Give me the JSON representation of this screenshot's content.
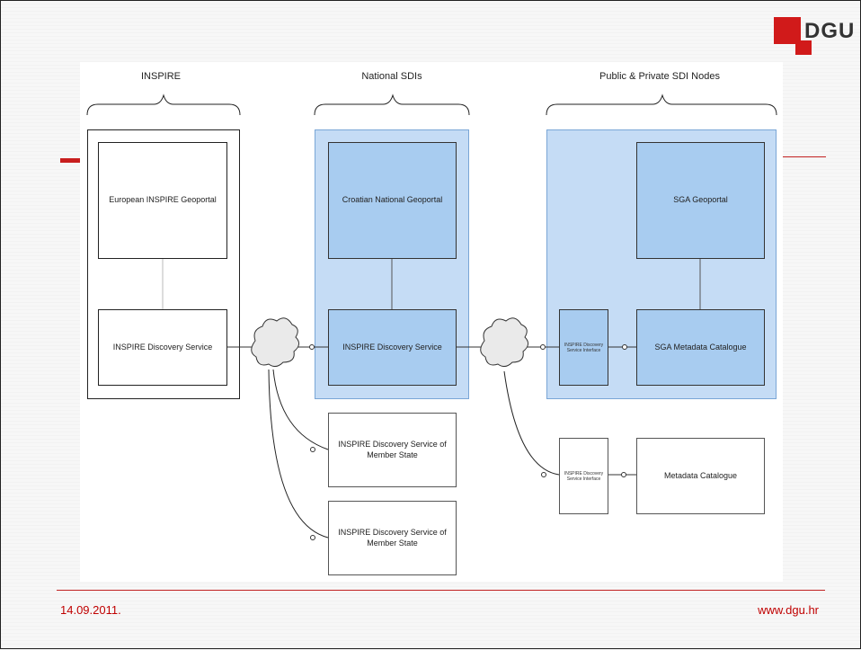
{
  "logo": {
    "text": "DGU"
  },
  "headers": {
    "inspire": "INSPIRE",
    "national": "National SDIs",
    "public": "Public & Private SDI Nodes"
  },
  "boxes": {
    "eu_geoportal": "European INSPIRE Geoportal",
    "inspire_discovery": "INSPIRE Discovery Service",
    "croatian_geoportal": "Croatian National Geoportal",
    "national_discovery": "INSPIRE Discovery Service",
    "member_state_1": "INSPIRE Discovery Service of Member State",
    "member_state_2": "INSPIRE Discovery Service of Member State",
    "sga_geoportal": "SGA Geoportal",
    "sga_catalogue": "SGA Metadata Catalogue",
    "iface_1": "INSPIRE Discovery Service Interface",
    "iface_2": "INSPIRE Discovery Service Interface",
    "metadata_catalogue": "Metadata Catalogue"
  },
  "footer": {
    "date": "14.09.2011.",
    "url": "www.dgu.hr"
  },
  "colors": {
    "accent": "#c00000",
    "box_blue": "#a8ccf0",
    "panel_blue": "#c5dcf5"
  }
}
